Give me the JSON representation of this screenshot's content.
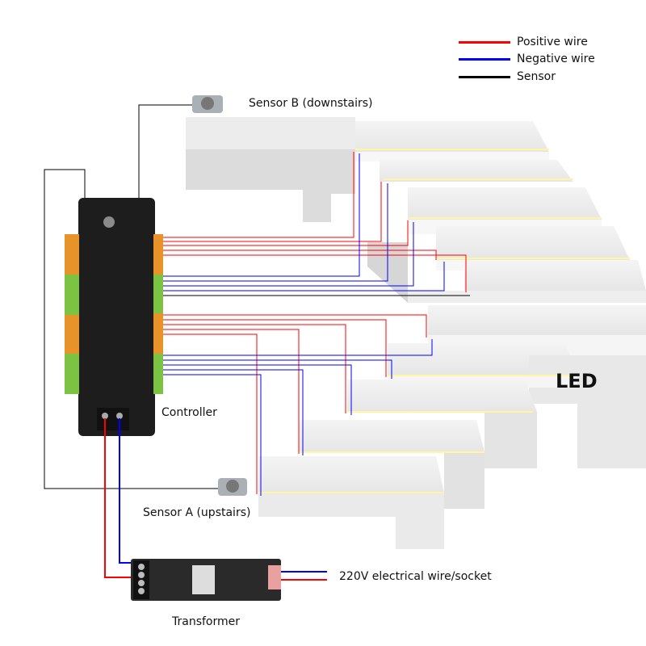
{
  "legend": [
    {
      "label": "Positive wire",
      "color": "#ff0000"
    },
    {
      "label": "Negative wire",
      "color": "#0000ff"
    },
    {
      "label": "Sensor",
      "color": "#000000"
    }
  ],
  "labels": {
    "sensor_b": "Sensor B (downstairs)",
    "sensor_a": "Sensor A (upstairs)",
    "controller": "Controller",
    "led": "LED",
    "mains": "220V electrical wire/socket",
    "transformer": "Transformer"
  },
  "colors": {
    "positive": "#ff0000",
    "negative": "#0000ff",
    "sensor": "#000000",
    "led_glow": "#ffe94a"
  }
}
